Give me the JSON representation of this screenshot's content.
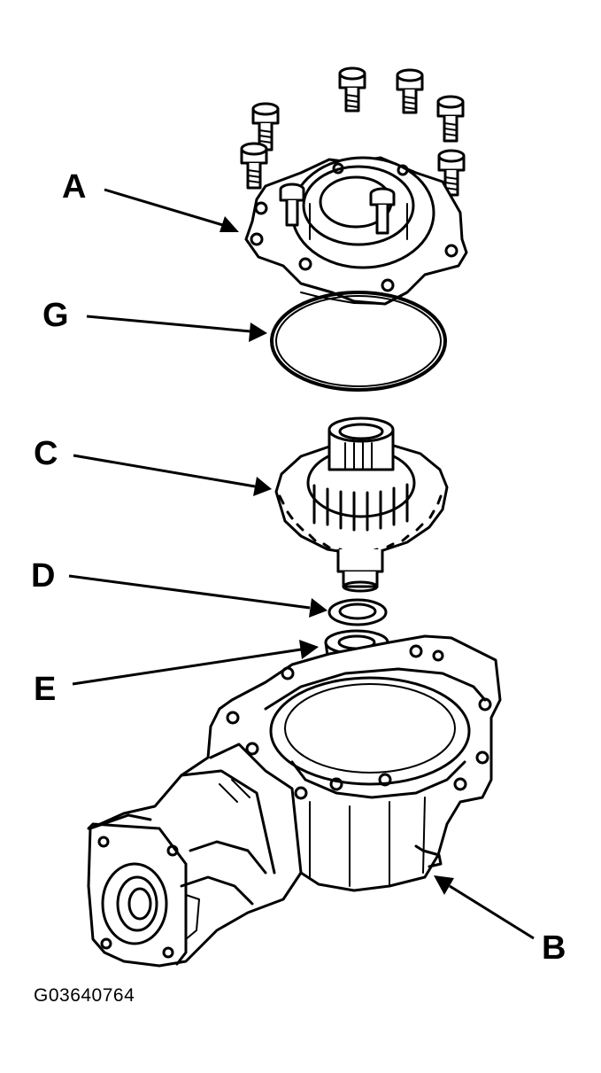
{
  "callouts": {
    "a": "A",
    "b": "B",
    "c": "C",
    "d": "D",
    "e": "E",
    "g": "G"
  },
  "figure_code": "G03640764",
  "colors": {
    "ink": "#000000",
    "paper": "#ffffff"
  }
}
